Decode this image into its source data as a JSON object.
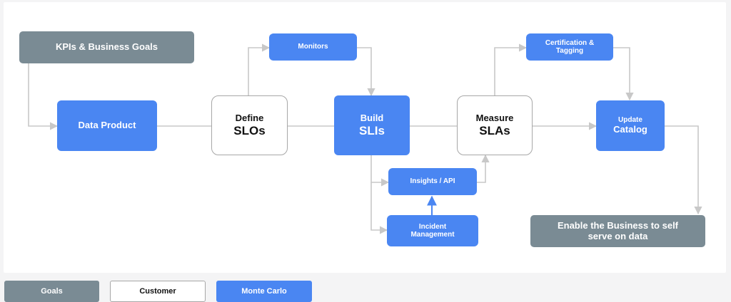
{
  "nodes": {
    "kpis": "KPIs & Business Goals",
    "data_product": "Data Product",
    "define": {
      "line1": "Define",
      "line2": "SLOs"
    },
    "monitors": "Monitors",
    "build": {
      "line1": "Build",
      "line2": "SLIs"
    },
    "insights": "Insights / API",
    "incident": {
      "line1": "Incident",
      "line2": "Management"
    },
    "measure": {
      "line1": "Measure",
      "line2": "SLAs"
    },
    "certification": {
      "line1": "Certification &",
      "line2": "Tagging"
    },
    "update": {
      "line1": "Update",
      "line2": "Catalog"
    },
    "enable": {
      "line1": "Enable the Business to self",
      "line2": "serve on data"
    }
  },
  "legend": {
    "goals": "Goals",
    "customer": "Customer",
    "monte_carlo": "Monte Carlo"
  },
  "colors": {
    "gray": "#7a8b94",
    "blue": "#4a86f2",
    "white_border": "#a7a7a7",
    "connector": "#c8c8c8"
  }
}
